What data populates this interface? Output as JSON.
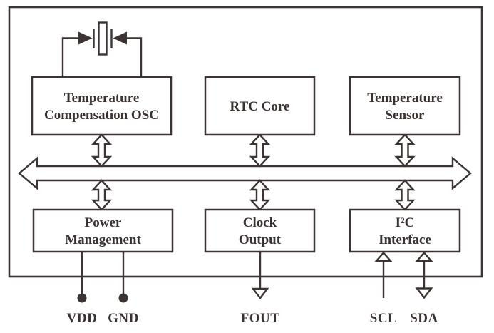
{
  "colors": {
    "line": "#3c3432",
    "text": "#3a3230",
    "background": "#ffffff"
  },
  "symbols": {
    "crystal": "quartz-crystal-oscillator-icon",
    "bus": "bidirectional-bus-arrow",
    "connector": "bidirectional-connector-arrow"
  },
  "blocks": {
    "temp_comp_osc": {
      "line1": "Temperature",
      "line2": "Compensation OSC"
    },
    "rtc_core": {
      "line1": "RTC Core"
    },
    "temp_sensor": {
      "line1": "Temperature",
      "line2": "Sensor"
    },
    "power_mgmt": {
      "line1": "Power",
      "line2": "Management"
    },
    "clock_output": {
      "line1": "Clock",
      "line2": "Output"
    },
    "i2c_interface": {
      "line1": "I²C",
      "line2": "Interface"
    }
  },
  "pins": {
    "vdd": {
      "label": "VDD",
      "direction": "supply"
    },
    "gnd": {
      "label": "GND",
      "direction": "supply"
    },
    "fout": {
      "label": "FOUT",
      "direction": "output"
    },
    "scl": {
      "label": "SCL",
      "direction": "input"
    },
    "sda": {
      "label": "SDA",
      "direction": "bidirectional"
    }
  }
}
